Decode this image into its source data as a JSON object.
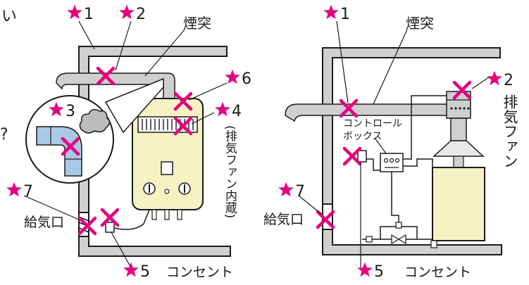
{
  "colors": {
    "star": "#e6007e",
    "cross": "#e6007e",
    "wall_fill": "#d0d0d0",
    "wall_stroke": "#1a1a1a",
    "heater_fill": "#f7f2c4",
    "pipe_fill": "#cfcfcf",
    "pipe_blue": "#a9c8e6"
  },
  "left": {
    "stub": "い",
    "question": "?",
    "chimney": "煙突",
    "n1": "1",
    "n2": "2",
    "n3": "3",
    "n4": "4",
    "n5": "5",
    "n6": "6",
    "n7": "7",
    "fan_note": "(排気ファン内蔵)",
    "intake": "給気口",
    "outlet": "コンセント"
  },
  "right": {
    "chimney": "煙突",
    "n1": "1",
    "n2": "2",
    "n5": "5",
    "n7": "7",
    "control_1": "コントロール",
    "control_2": "ボックス",
    "fan": "排気ファン",
    "intake": "給気口",
    "outlet": "コンセント"
  }
}
